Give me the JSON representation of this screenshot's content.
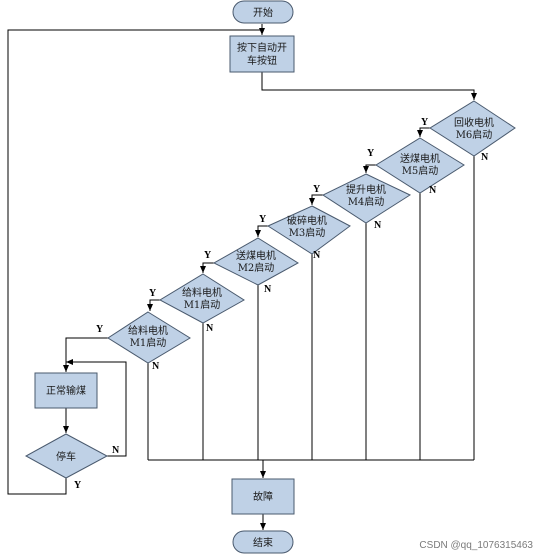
{
  "nodes": {
    "start": "开始",
    "press_button": [
      "按下自动开",
      "车按钮"
    ],
    "m6": [
      "回收电机",
      "M6启动"
    ],
    "m5": [
      "送煤电机",
      "M5启动"
    ],
    "m4": [
      "提升电机",
      "M4启动"
    ],
    "m3": [
      "破碎电机",
      "M3启动"
    ],
    "m2": [
      "送煤电机",
      "M2启动"
    ],
    "m1b": [
      "给料电机",
      "M1启动"
    ],
    "m1a": [
      "给料电机",
      "M1启动"
    ],
    "normal": "正常输煤",
    "stop": "停车",
    "fault": "故障",
    "end": "结束"
  },
  "labels": {
    "yes": "Y",
    "no": "N"
  },
  "watermark": "CSDN @qq_1076315463",
  "colors": {
    "fill": "#bfd1e6",
    "stroke": "#4a5a6e",
    "line": "#000000"
  }
}
